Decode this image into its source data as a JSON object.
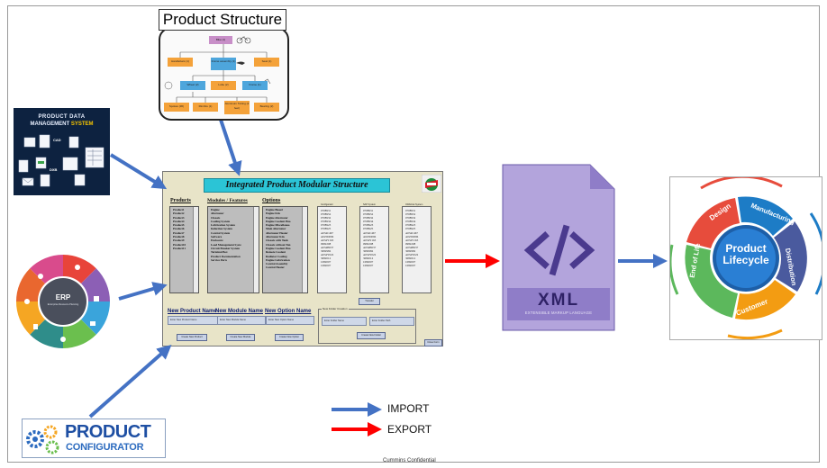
{
  "product_structure": {
    "title": "Product Structure",
    "nodes": {
      "root": "Bike (1)",
      "l1": [
        "Handlebars (1)",
        "Frame assembly (1)",
        "Seat (1)"
      ],
      "l2": [
        "Wheel (2)",
        "Lube (2)",
        "Frame (1)"
      ],
      "l3": [
        "Spokes (36)",
        "Rim/tire (1)",
        "Aluminum Tubing (2 feet)",
        "Bearing (2)"
      ]
    }
  },
  "pdm": {
    "line1": "PRODUCT DATA",
    "line2_prefix": "MANAGEMENT ",
    "line2_highlight": "SYSTEM",
    "tags": [
      "CAD",
      "DXB"
    ]
  },
  "erp": {
    "title": "ERP",
    "subtitle": "Enterprise Resource Planning"
  },
  "configurator": {
    "line1": "PRODUCT",
    "line2": "CONFIGURATOR"
  },
  "app": {
    "title": "Integrated Product Modular Structure",
    "headers": {
      "products": "Products",
      "modules": "Modules / Features",
      "options": "Options"
    },
    "products": [
      "Product1",
      "Product2",
      "Product3",
      "Product4",
      "Product5",
      "Product6",
      "Product7",
      "Product8",
      "Product9",
      "Product10",
      "Product11"
    ],
    "modules": [
      "Engine",
      "Alternator",
      "Chassis",
      "Cooling System",
      "Lubrication System",
      "Induction System",
      "Control System",
      "Software",
      "Enclosure",
      "Load Management Syste",
      "Circuit Breaker System",
      "Terminal Box",
      "Product Documentation",
      "Service Parts"
    ],
    "options": [
      "Engine Bioeel",
      "Engine Kits",
      "Engine Alternator",
      "Engine Coolant Hea",
      "Engine Miscellaneo",
      "Main Alternator",
      "Alternator Heater",
      "Alternator Kits",
      "Chassis with Tank",
      "Chassis without Tan",
      "Engine Coolant Hea",
      "Remote Coolant",
      "Radiator Cooling",
      "Engine Lubrication",
      "Control Assembly",
      "Control Heater"
    ],
    "part_lists": {
      "configurator": {
        "caption": "Configurator",
        "items": [
          "0708931",
          "0708952",
          "0708932",
          "0708934",
          "0708923",
          "0708925",
          "A034C467",
          "A025D096",
          "A034Y163",
          "0982208",
          "A034H637",
          "3082982",
          "A034Y022",
          "3082012",
          "1082007",
          "1082007"
        ]
      },
      "sap": {
        "caption": "SAP System",
        "items": [
          "0708931",
          "0708952",
          "0708932",
          "0708934",
          "0708923",
          "0708925",
          "A034C467",
          "A025D096",
          "A034Y163",
          "0982208",
          "A034H637",
          "3082982",
          "A034Y022",
          "3082012",
          "1082007",
          "1082007"
        ]
      },
      "oracle": {
        "caption": "ORACLE System",
        "items": [
          "0708931",
          "0708952",
          "0708932",
          "0708934",
          "0708923",
          "0708925",
          "A034C467",
          "A025D096",
          "A034Y163",
          "0982208",
          "A034H637",
          "3082982",
          "A034Y022",
          "3082012",
          "1082007",
          "1082007"
        ]
      }
    },
    "transfer_button": "Transfer",
    "new_product_label": "New Product Name",
    "new_module_label": "New Module Name",
    "new_option_label": "New Option Name",
    "new_product_placeholder": "Enter New Product Name",
    "new_module_placeholder": "Enter New Module Name",
    "new_option_placeholder": "Enter New Option Name",
    "create_product_button": "Create New Product",
    "create_module_button": "Create New Module",
    "create_option_button": "Create New Option",
    "folder_group_caption": "New Folder Creation",
    "folder_name_placeholder": "Enter Folder Name",
    "folder_path_placeholder": "Enter Folder Path",
    "create_folder_button": "Create New Folder",
    "close_button": "Close Form"
  },
  "xml": {
    "label": "XML",
    "sublabel": "EXTENSIBLE MARKUP LANGUAGE"
  },
  "lifecycle": {
    "center_line1": "Product",
    "center_line2": "Lifecycle",
    "stages": [
      "Design",
      "Manufacturing",
      "Distribution",
      "Customer",
      "End of Life"
    ]
  },
  "legend": {
    "import_label": "IMPORT",
    "export_label": "EXPORT",
    "import_color": "#4472c4",
    "export_color": "#ff0000"
  },
  "footer": "Cummins Confidential"
}
